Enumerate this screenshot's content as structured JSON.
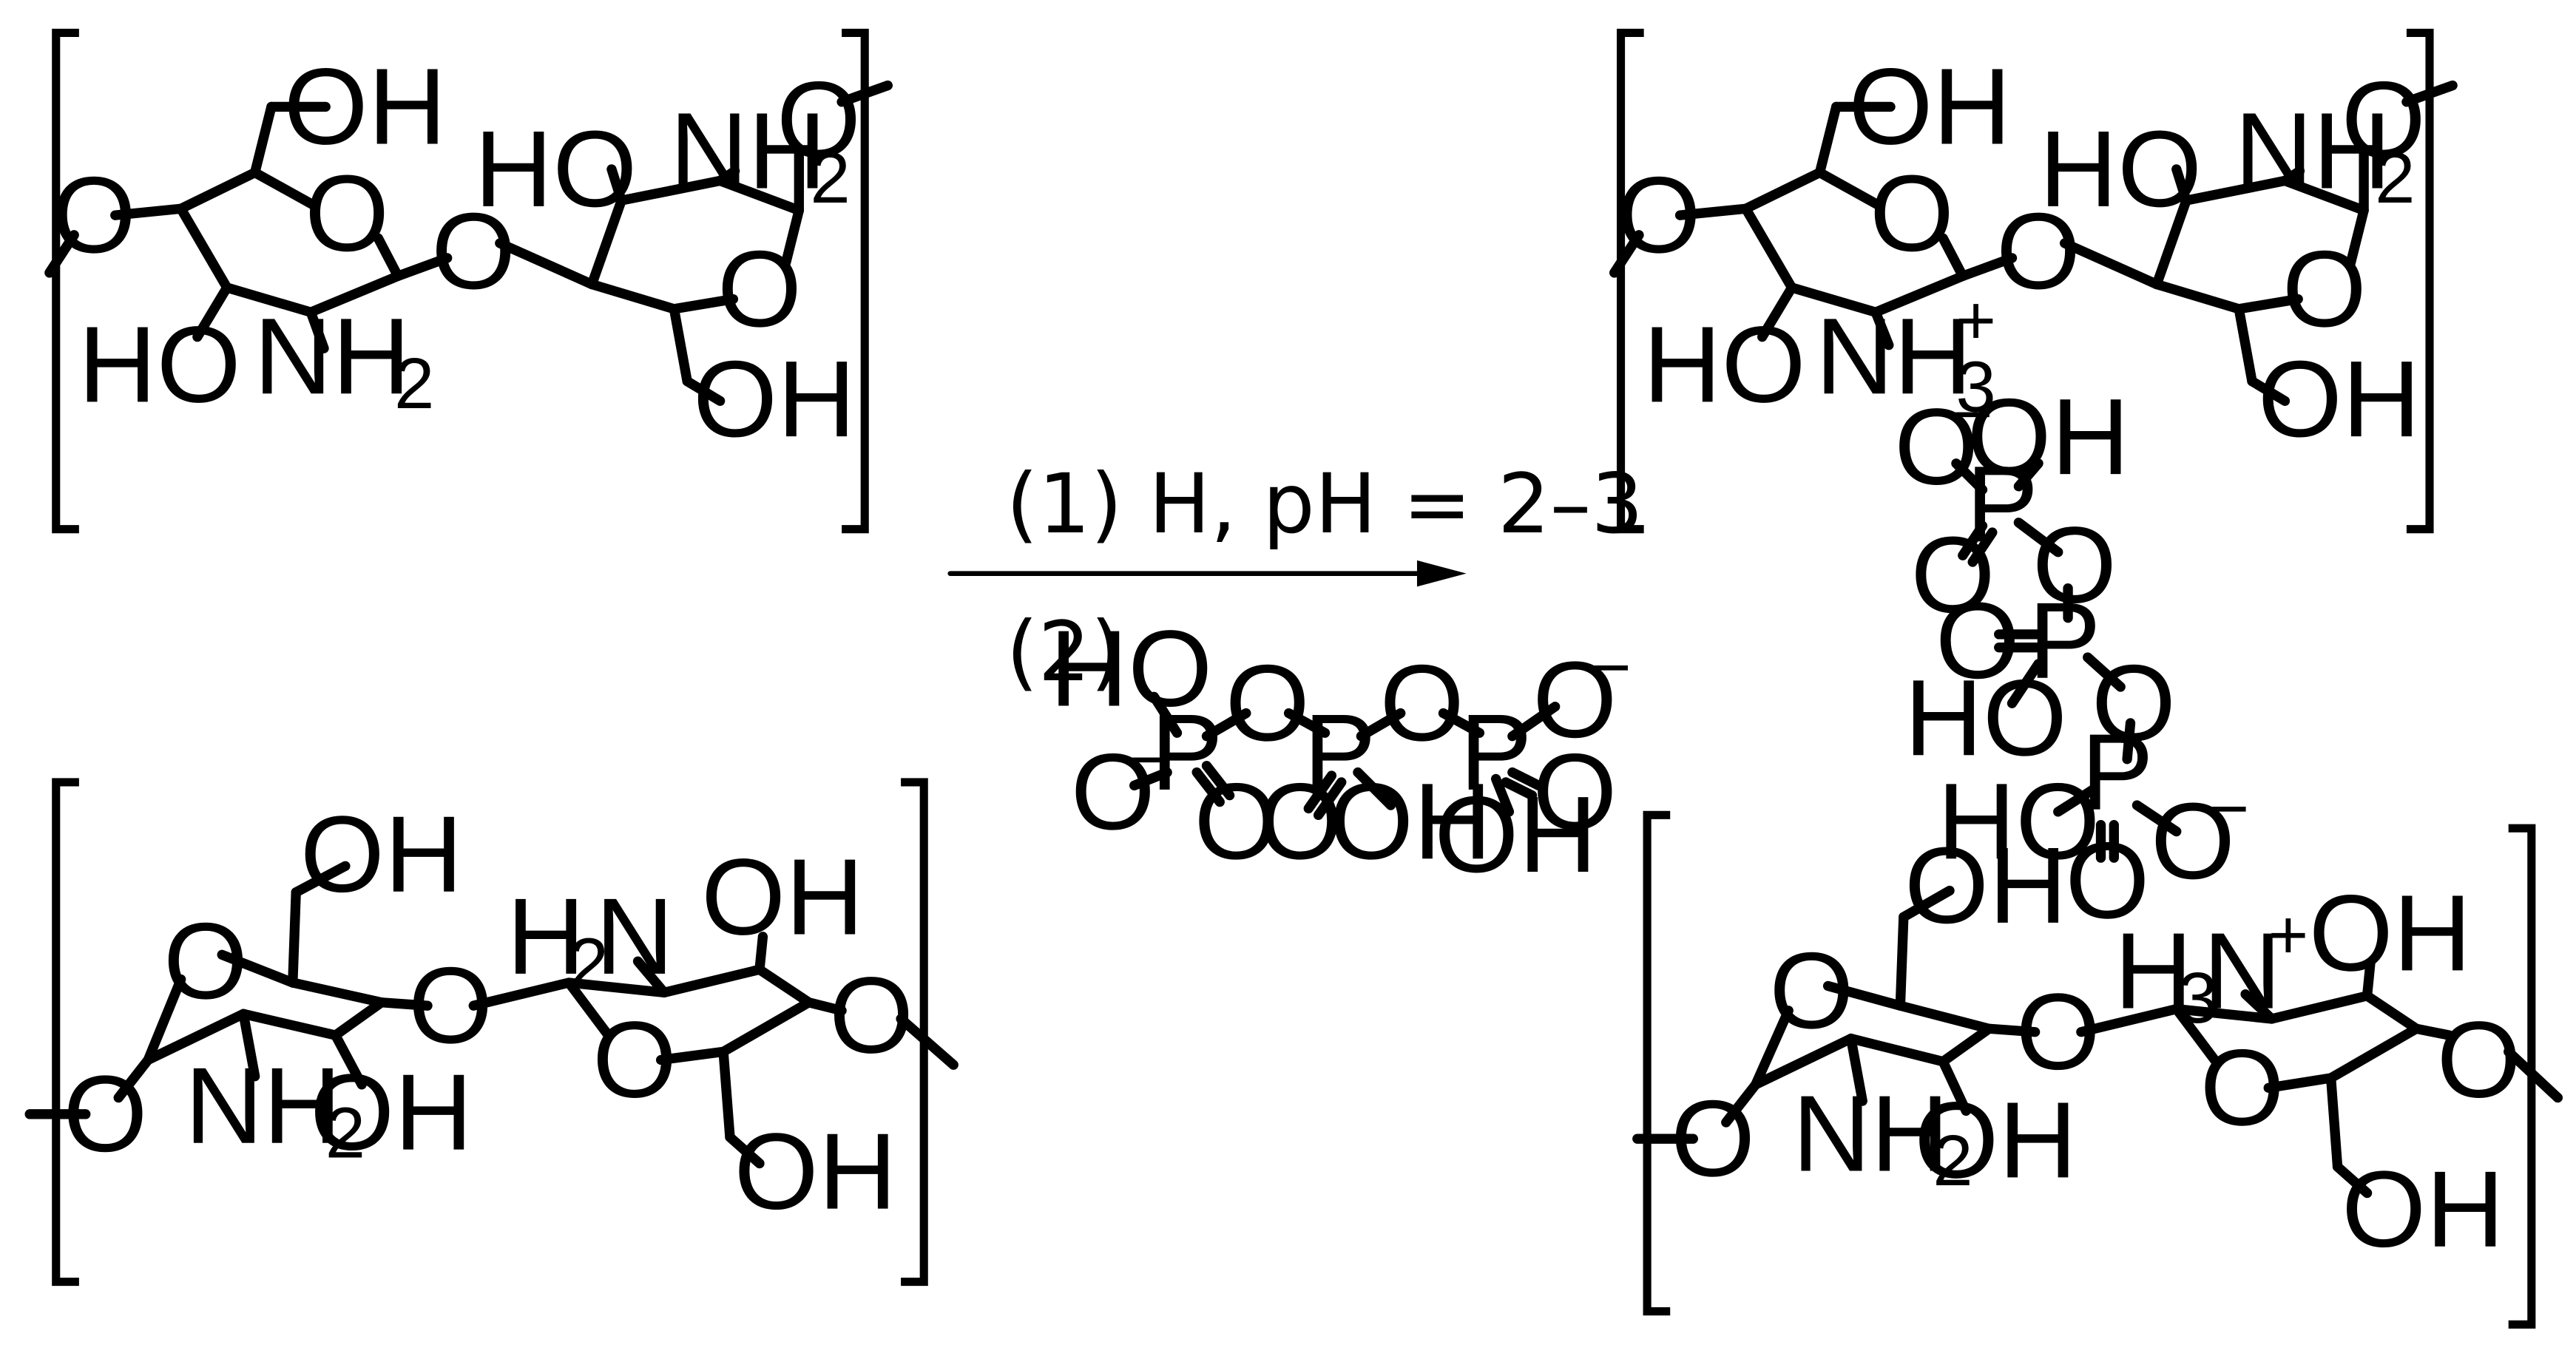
{
  "step1": "(1) H, pH = 2–3",
  "step2": "(2)",
  "atoms": {
    "o": "O",
    "oh": "OH",
    "ho": "HO",
    "nh": "NH",
    "h": "H",
    "n": "N",
    "p": "P",
    "sub2": "2",
    "sub3": "3",
    "plus": "+",
    "minus": "−"
  }
}
